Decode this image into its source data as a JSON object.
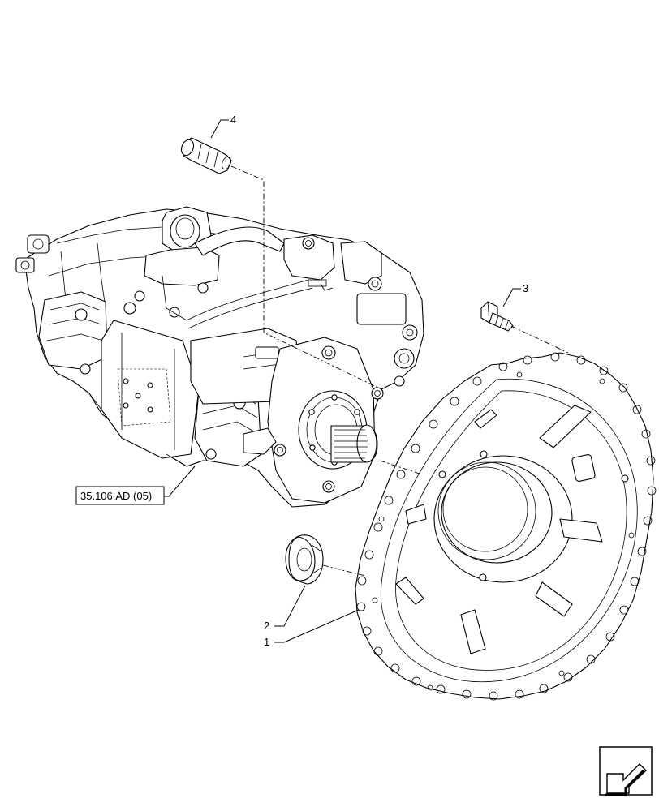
{
  "callouts": {
    "item1": "1",
    "item2": "2",
    "item3": "3",
    "item4": "4"
  },
  "reference_label": "35.106.AD (05)",
  "nav_icon": "next-page-arrow-icon"
}
